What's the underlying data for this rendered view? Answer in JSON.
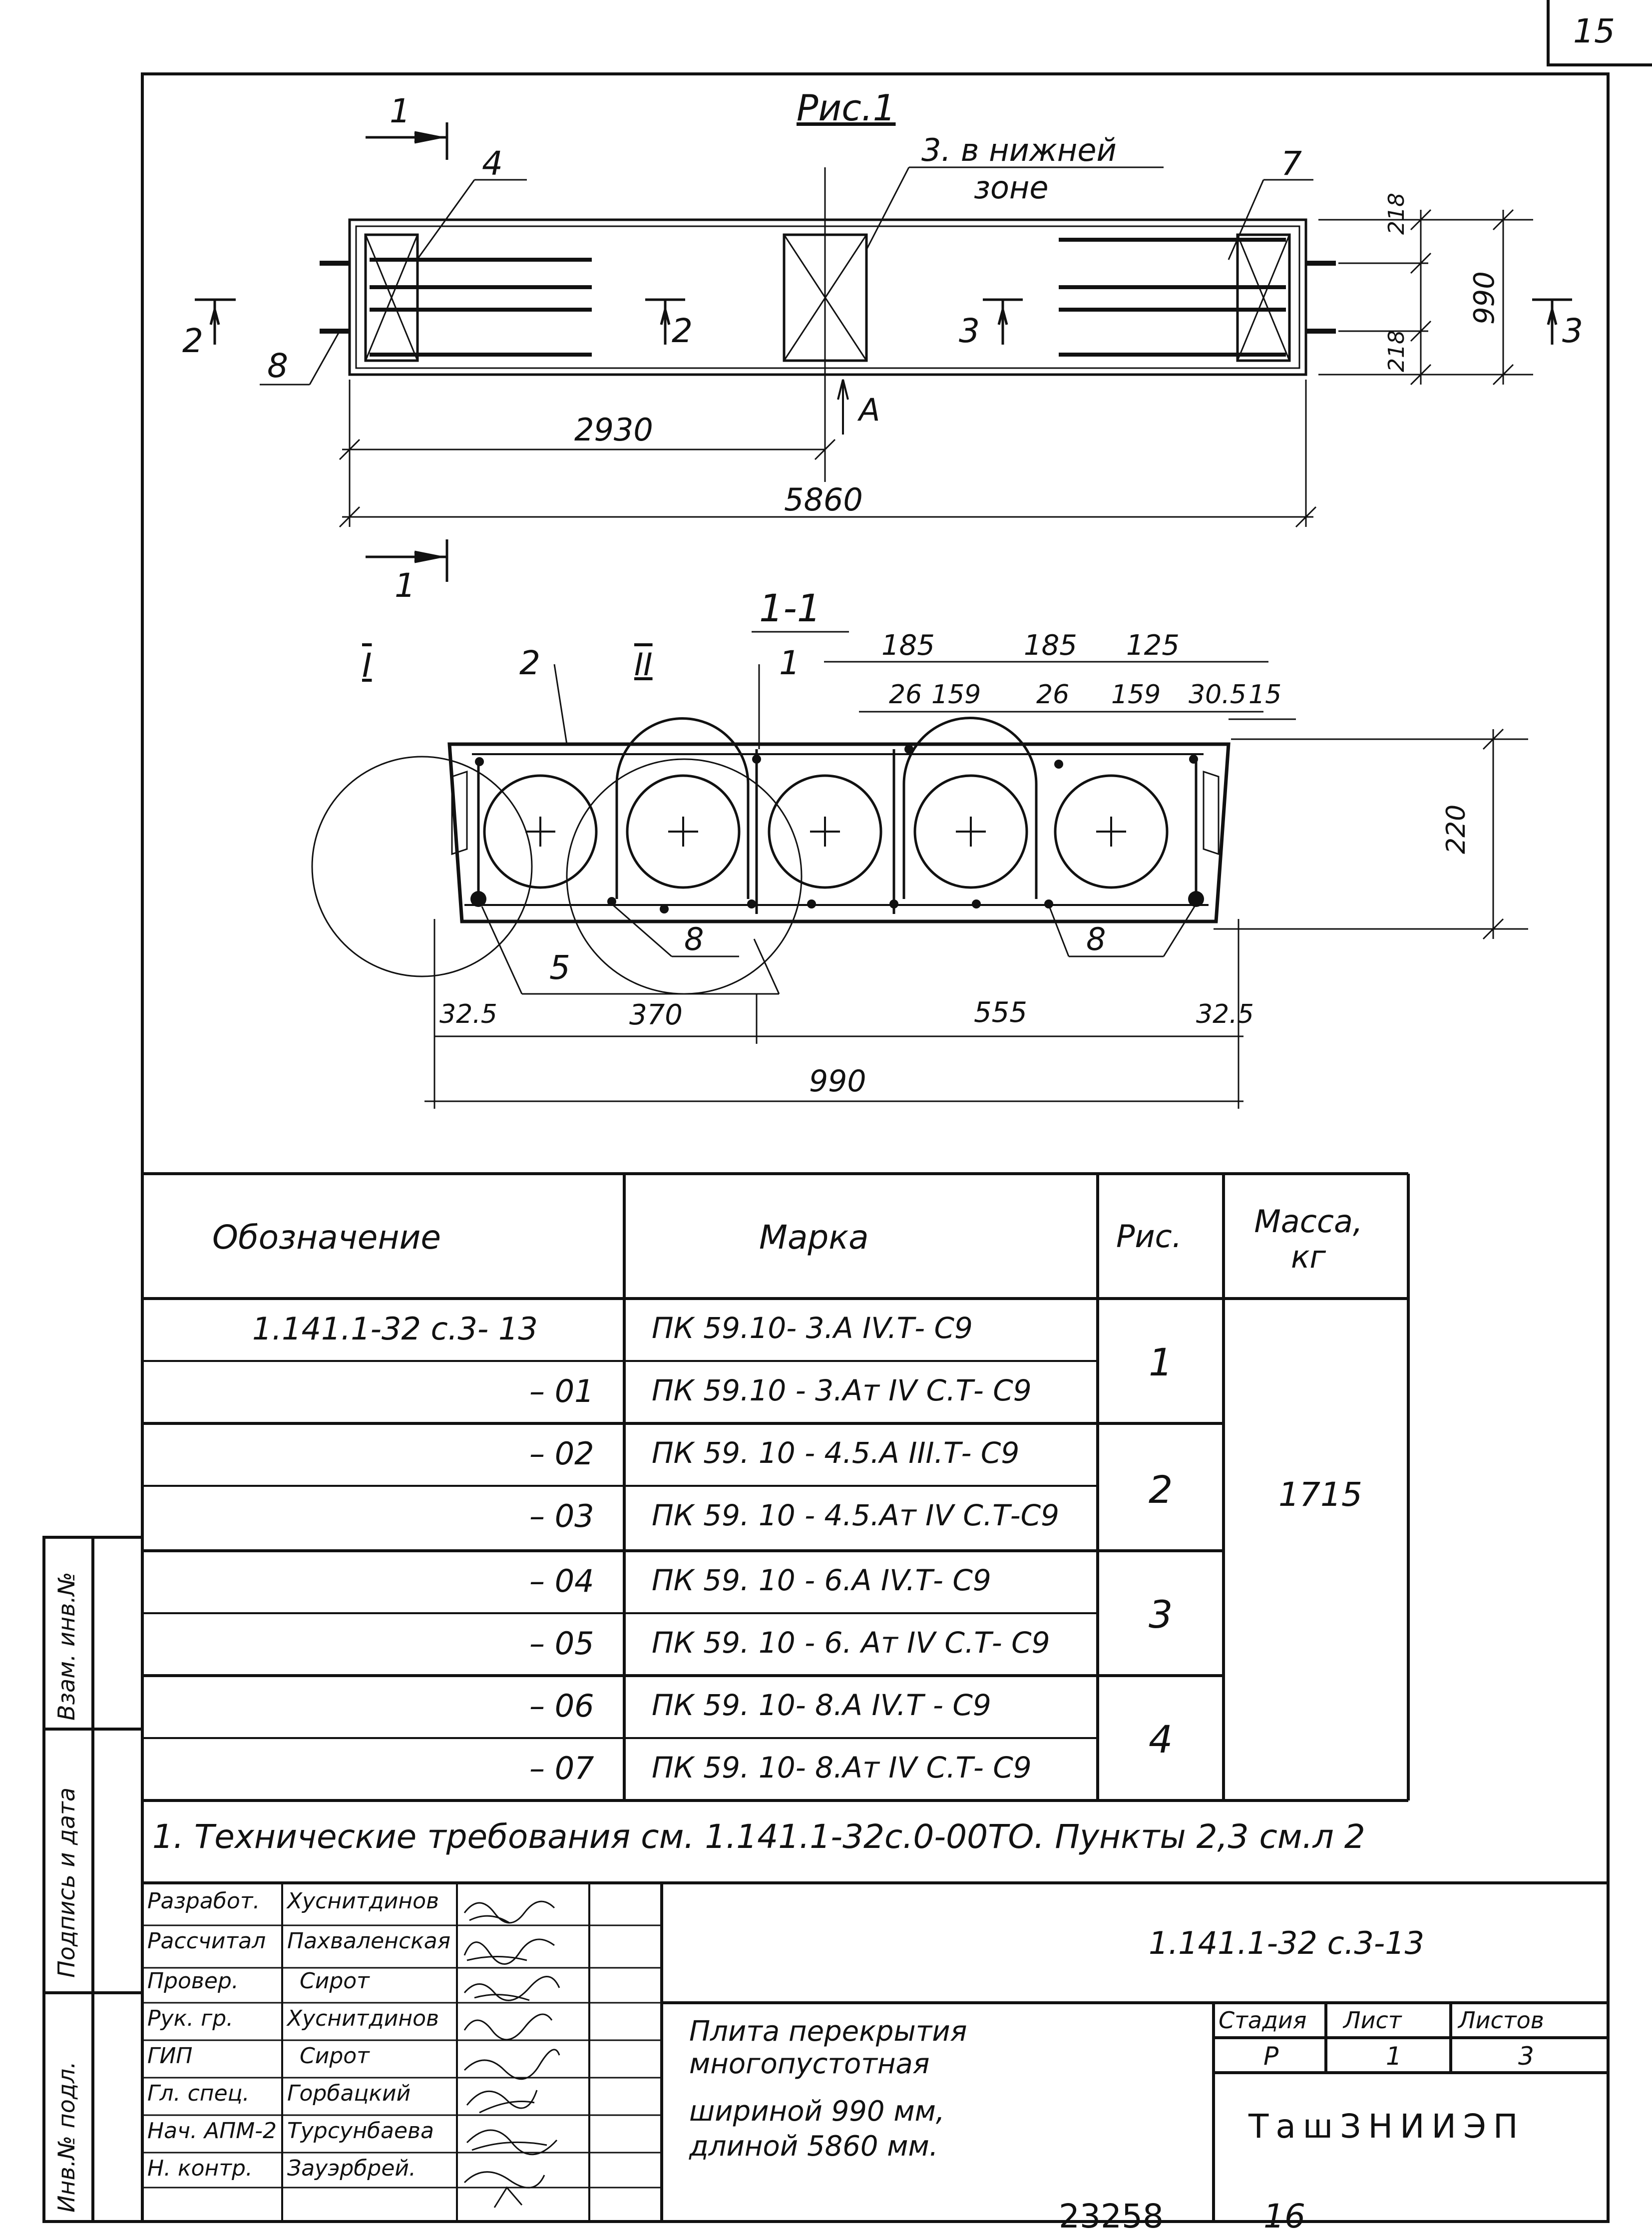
{
  "sheet": {
    "page_number": "15",
    "bottom_number": "16",
    "archive_number": "23258"
  },
  "figure": {
    "title": "Рис.1",
    "section_label": "1-1",
    "section_marks": [
      "1",
      "1"
    ],
    "callouts": {
      "c1": "1",
      "c2": "2",
      "c3": "3. в нижней",
      "c3b": "зоне",
      "c4": "4",
      "c5": "5",
      "c7": "7",
      "c8a": "8",
      "c8b": "8",
      "c8c": "8",
      "cI": "I",
      "cII": "II"
    },
    "view_marks": {
      "s2l": "2",
      "s2r": "2",
      "s3l": "3",
      "s3r": "3",
      "arrowA": "А"
    },
    "dims_plan": {
      "half": "2930",
      "length": "5860",
      "d218a": "218",
      "d218b": "218",
      "width": "990"
    },
    "dims_section": {
      "t185a": "185",
      "t185b": "185",
      "t125": "125",
      "t26a": "26",
      "t159a": "159",
      "t26b": "26",
      "t159b": "159",
      "t305": "30.5",
      "t15": "15",
      "h220": "220",
      "b325a": "32.5",
      "b370": "370",
      "b555": "555",
      "b325b": "32.5",
      "b990": "990"
    }
  },
  "table": {
    "headers": {
      "designation": "Обозначение",
      "mark": "Марка",
      "fig": "Рис.",
      "mass": "Масса, кг"
    },
    "rows": [
      {
        "designation": "1.141.1-32 с.3- 13",
        "mark": "ПК 59.10- 3.А IV.Т- С9"
      },
      {
        "designation": "– 01",
        "mark": "ПК 59.10 - 3.Ат IV С.Т- С9"
      },
      {
        "designation": "– 02",
        "mark": "ПК 59. 10 - 4.5.А III.Т- С9"
      },
      {
        "designation": "– 03",
        "mark": "ПК 59. 10 - 4.5.Ат IV С.Т-С9"
      },
      {
        "designation": "– 04",
        "mark": "ПК 59. 10 - 6.А IV.Т- С9"
      },
      {
        "designation": "– 05",
        "mark": "ПК 59. 10 - 6. Ат IV С.Т- С9"
      },
      {
        "designation": "– 06",
        "mark": "ПК 59. 10- 8.А IV.Т - С9"
      },
      {
        "designation": "– 07",
        "mark": "ПК 59. 10- 8.Ат IV С.Т- С9"
      }
    ],
    "fig_values": [
      "1",
      "2",
      "3",
      "4"
    ],
    "mass_value": "1715"
  },
  "note": "1. Технические   требования   см.   1.141.1-32с.0-00ТО. Пункты 2,3 см.л 2",
  "side_stamp": {
    "inv_orig": "Инв.№ подл.",
    "sign_date": "Подпись и дата",
    "replace_inv": "Взам. инв.№"
  },
  "title_block": {
    "roles": [
      {
        "role": "Разработ.",
        "name": "Хуснитдинов"
      },
      {
        "role": "Рассчитал",
        "name": "Пахваленская"
      },
      {
        "role": "Провер.",
        "name": "Сирот"
      },
      {
        "role": "Рук. гр.",
        "name": "Хуснитдинов"
      },
      {
        "role": "ГИП",
        "name": "Сирот"
      },
      {
        "role": "Гл. спец.",
        "name": "Горбацкий"
      },
      {
        "role": "Нач. АПМ-2",
        "name": "Турсунбаева"
      },
      {
        "role": "Н. контр.",
        "name": "Зауэрбрей."
      }
    ],
    "doc_code": "1.141.1-32 с.3-13",
    "product_title": [
      "Плита   перекрытия",
      "многопустотная",
      "шириной    990 мм,",
      "длиной    5860  мм."
    ],
    "stage_label": "Стадия",
    "sheet_label": "Лист",
    "sheets_label": "Листов",
    "stage_value": "Р",
    "sheet_value": "1",
    "sheets_value": "3",
    "organization": "ТашЗНИИЭП"
  },
  "colors": {
    "ink": "#111111",
    "paper": "#ffffff"
  }
}
